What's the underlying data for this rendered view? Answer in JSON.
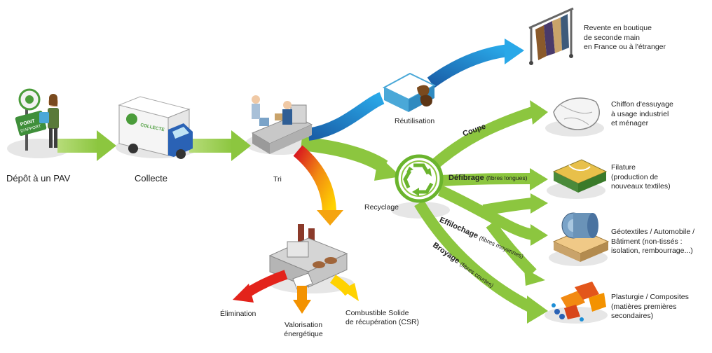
{
  "stages": {
    "depot": "Dépôt à un PAV",
    "collecte": "Collecte",
    "tri": "Tri",
    "reutilisation": "Réutilisation",
    "recyclage": "Recyclage"
  },
  "depot_sign": {
    "line1": "POINT",
    "line2": "D'APPORT"
  },
  "truck_text": "COLLECTE",
  "branches": {
    "coupe": "Coupe",
    "defibrage": "Défibrage",
    "defibrage_note": "(fibres longues)",
    "effilochage": "Effilochage",
    "effilochage_note": "(fibres moyennes)",
    "broyage": "Broyage",
    "broyage_note": "(fibres courtes)"
  },
  "outputs": {
    "revente": [
      "Revente en boutique",
      "de seconde main",
      "en France ou à l'étranger"
    ],
    "chiffon": [
      "Chiffon d'essuyage",
      "à usage industriel",
      "et ménager"
    ],
    "filature": [
      "Filature",
      "(production de",
      "nouveaux textiles)"
    ],
    "geotextiles": [
      "Géotextiles / Automobile /",
      "Bâtiment (non-tissés :",
      "isolation, rembourrage...)"
    ],
    "plasturgie": [
      "Plasturgie / Composites",
      "(matières premières",
      "secondaires)"
    ]
  },
  "waste": {
    "elimination": "Élimination",
    "valorisation": [
      "Valorisation",
      "énergétique"
    ],
    "csr": [
      "Combustible Solide",
      "de récupération (CSR)"
    ]
  },
  "colors": {
    "green_arrow": "#8cc63f",
    "blue_arrow": "#1d8ed6",
    "red_arrow": "#e3231b",
    "orange_arrow": "#f39200",
    "yellow_arrow": "#ffd200"
  }
}
